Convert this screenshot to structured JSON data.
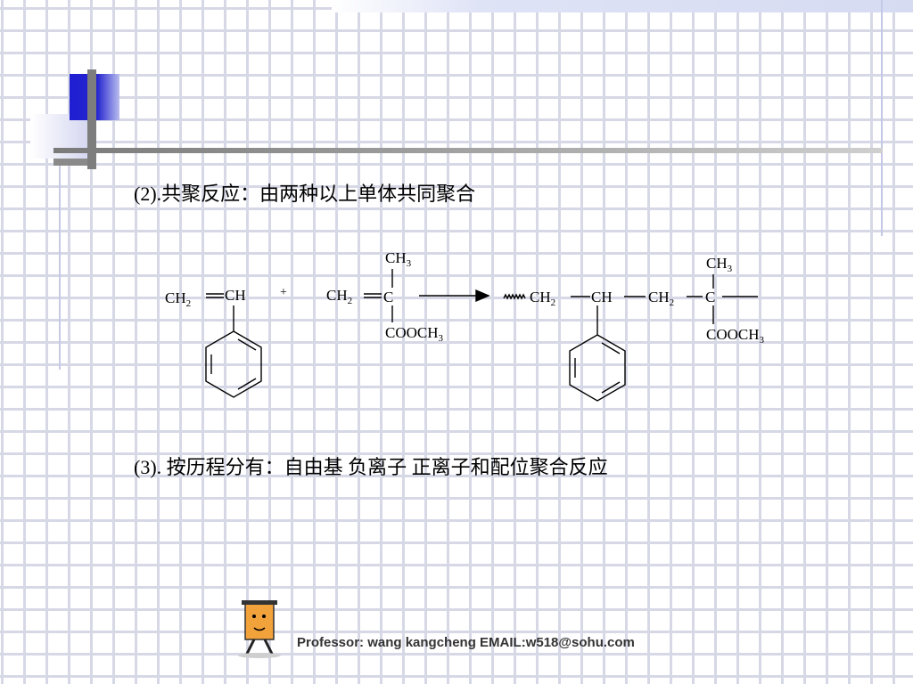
{
  "slide": {
    "line2": "(2).共聚反应：由两种以上单体共同聚合",
    "line3": "(3). 按历程分有：自由基  负离子  正离子和配位聚合反应"
  },
  "reaction": {
    "styrene_vinyl_left": "CH",
    "styrene_vinyl_right": "CH",
    "plus": "+",
    "mma_vinyl": "CH",
    "mma_methyl": "CH",
    "mma_ester": "COOCH",
    "prod_ch2_a": "CH",
    "prod_ch": "CH",
    "prod_ch2_b": "CH",
    "prod_methyl": "CH",
    "prod_ester": "COOCH",
    "sub_2": "2",
    "sub_3": "3"
  },
  "footer": {
    "credit": "Professor: wang kangcheng EMAIL:w518@sohu.com"
  },
  "colors": {
    "grid": "#d6d8e6",
    "accent_blue": "#2424cf",
    "bar_gray": "#7d7d7d"
  }
}
